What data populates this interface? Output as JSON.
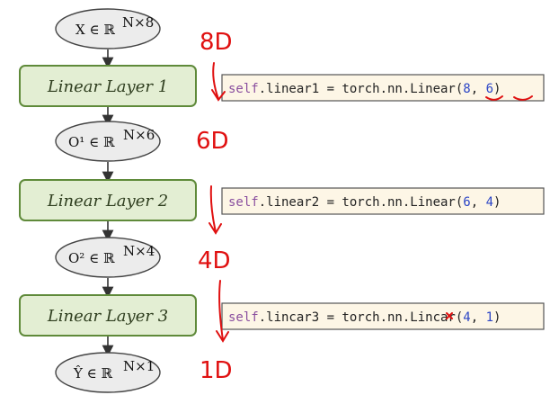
{
  "nodes": [
    {
      "id": "x",
      "label": "X ∈ ℝ",
      "sup": "N×8"
    },
    {
      "id": "o1",
      "label": "O¹ ∈ ℝ",
      "sup": "N×6"
    },
    {
      "id": "o2",
      "label": "O² ∈ ℝ",
      "sup": "N×4"
    },
    {
      "id": "y",
      "label": "Ŷ ∈ ℝ",
      "sup": "N×1"
    }
  ],
  "layers": [
    {
      "label": "Linear Layer 1"
    },
    {
      "label": "Linear Layer 2"
    },
    {
      "label": "Linear Layer 3"
    }
  ],
  "code_lines": [
    {
      "self": "self",
      "rest": ".linear1 = torch.nn.Linear(",
      "a": "8",
      "sep": ", ",
      "b": "6",
      "end": ")"
    },
    {
      "self": "self",
      "rest": ".linear2 = torch.nn.Linear(",
      "a": "6",
      "sep": ", ",
      "b": "4",
      "end": ")"
    },
    {
      "self": "self",
      "rest": ".lincar3 = torch.nn.Lincar(",
      "a": "4",
      "sep": ", ",
      "b": "1",
      "end": ")"
    }
  ],
  "annotations": [
    "8D",
    "6D",
    "4D",
    "1D"
  ],
  "colors": {
    "ellipse_fill": "#ececec",
    "ellipse_stroke": "#444444",
    "layer_fill": "#e3eed3",
    "layer_stroke": "#5f8a3a",
    "code_fill": "#fdf6e6",
    "code_stroke": "#555555",
    "ink_red": "#e01010"
  }
}
